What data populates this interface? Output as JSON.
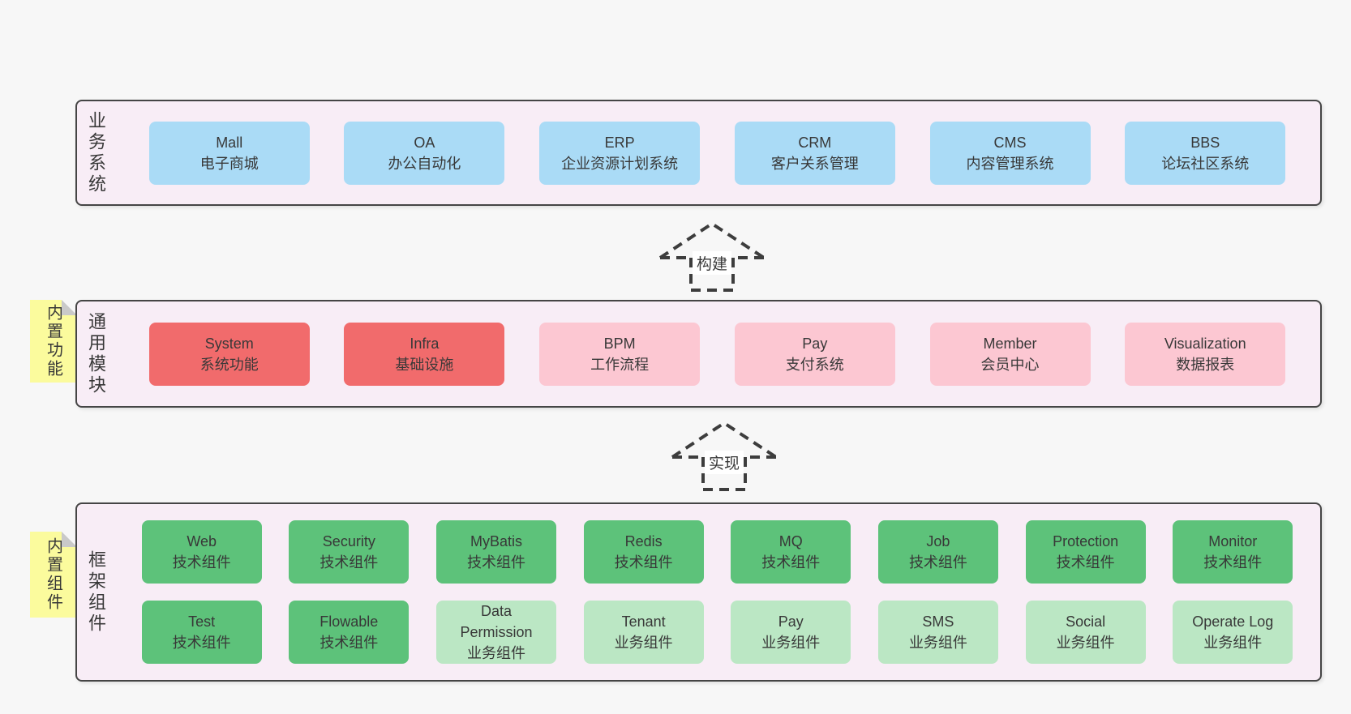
{
  "colors": {
    "page_bg": "#f7f7f7",
    "band_bg": "#f8edf6",
    "band_border": "#454545",
    "box_blue": "#aadbf6",
    "box_red": "#f16b6c",
    "box_pink": "#fcc7d2",
    "box_green": "#5dc27a",
    "box_green_light": "#bbe7c4",
    "note_yellow": "#fbfb9d",
    "note_fold": "#c9c9c9",
    "text": "#383838",
    "arrow": "#3d3d3d"
  },
  "arrows": [
    {
      "label": "构建"
    },
    {
      "label": "实现"
    }
  ],
  "notes": [
    {
      "label": "内置功能"
    },
    {
      "label": "内置组件"
    }
  ],
  "bands": [
    {
      "label": "业务系统",
      "boxes": [
        {
          "title": "Mall",
          "subtitle": "电子商城"
        },
        {
          "title": "OA",
          "subtitle": "办公自动化"
        },
        {
          "title": "ERP",
          "subtitle": "企业资源计划系统"
        },
        {
          "title": "CRM",
          "subtitle": "客户关系管理"
        },
        {
          "title": "CMS",
          "subtitle": "内容管理系统"
        },
        {
          "title": "BBS",
          "subtitle": "论坛社区系统"
        }
      ]
    },
    {
      "label": "通用模块",
      "boxes": [
        {
          "title": "System",
          "subtitle": "系统功能"
        },
        {
          "title": "Infra",
          "subtitle": "基础设施"
        },
        {
          "title": "BPM",
          "subtitle": "工作流程"
        },
        {
          "title": "Pay",
          "subtitle": "支付系统"
        },
        {
          "title": "Member",
          "subtitle": "会员中心"
        },
        {
          "title": "Visualization",
          "subtitle": "数据报表"
        }
      ]
    },
    {
      "label": "框架组件",
      "rows": [
        [
          {
            "title": "Web",
            "subtitle": "技术组件"
          },
          {
            "title": "Security",
            "subtitle": "技术组件"
          },
          {
            "title": "MyBatis",
            "subtitle": "技术组件"
          },
          {
            "title": "Redis",
            "subtitle": "技术组件"
          },
          {
            "title": "MQ",
            "subtitle": "技术组件"
          },
          {
            "title": "Job",
            "subtitle": "技术组件"
          },
          {
            "title": "Protection",
            "subtitle": "技术组件"
          },
          {
            "title": "Monitor",
            "subtitle": "技术组件"
          }
        ],
        [
          {
            "title": "Test",
            "subtitle": "技术组件"
          },
          {
            "title": "Flowable",
            "subtitle": "技术组件"
          },
          {
            "title": "Data Permission",
            "subtitle": "业务组件"
          },
          {
            "title": "Tenant",
            "subtitle": "业务组件"
          },
          {
            "title": "Pay",
            "subtitle": "业务组件"
          },
          {
            "title": "SMS",
            "subtitle": "业务组件"
          },
          {
            "title": "Social",
            "subtitle": "业务组件"
          },
          {
            "title": "Operate Log",
            "subtitle": "业务组件"
          }
        ]
      ]
    }
  ]
}
